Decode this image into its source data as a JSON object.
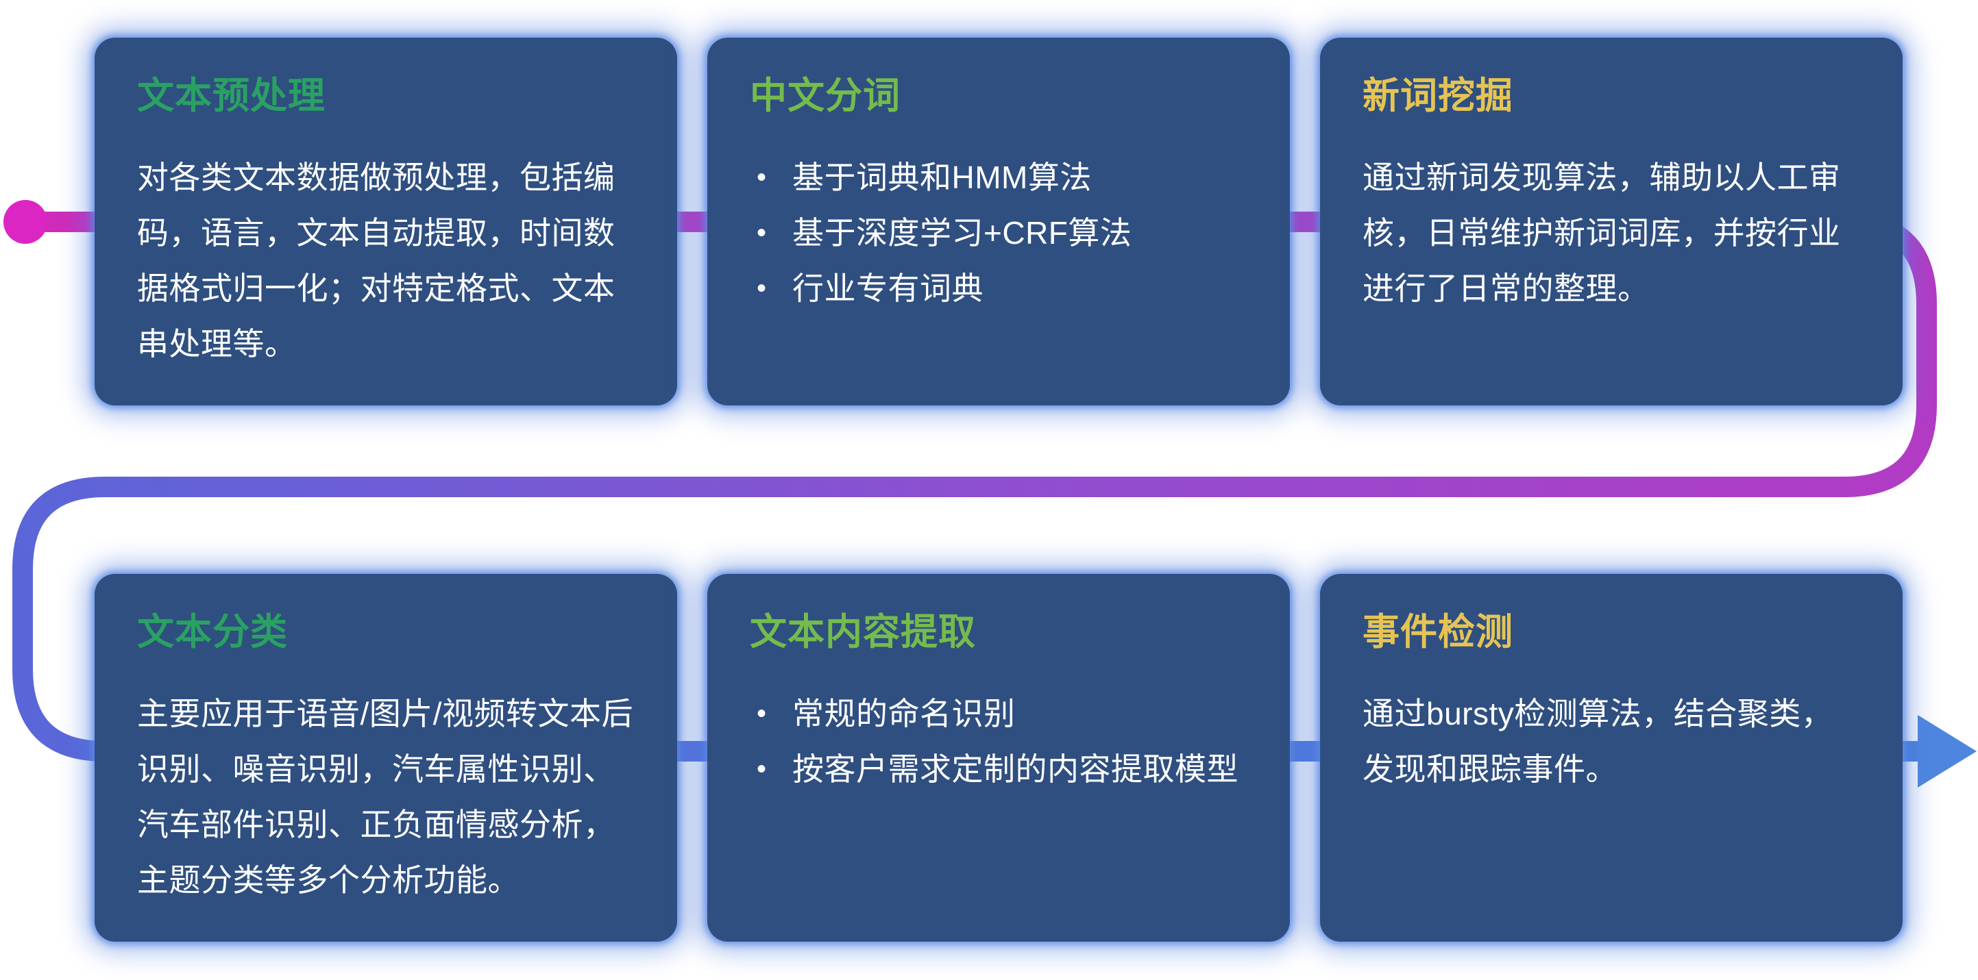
{
  "page": {
    "background": "#ffffff"
  },
  "connector": {
    "colors": {
      "dot": "#DB26C4",
      "magenta_start": "#D02BBA",
      "magenta_end": "#B43AC4",
      "purple": "#8E4FD0",
      "indigo": "#5A66D8",
      "blue_end": "#4B82DE",
      "arrow": "#4E86DF"
    }
  },
  "cards": [
    {
      "id": "text-preprocessing",
      "title": "文本预处理",
      "title_color": "#2AA163",
      "body": "对各类文本数据做预处理，包括编码，语言，文本自动提取，时间数据格式归一化；对特定格式、文本串处理等。"
    },
    {
      "id": "chinese-word-segmentation",
      "title": "中文分词",
      "title_color": "#74BC4C",
      "bullets": [
        "基于词典和HMM算法",
        "基于深度学习+CRF算法",
        "行业专有词典"
      ]
    },
    {
      "id": "new-word-mining",
      "title": "新词挖掘",
      "title_color": "#E6C453",
      "body": "通过新词发现算法，辅助以人工审核，日常维护新词词库，并按行业进行了日常的整理。"
    },
    {
      "id": "text-classification",
      "title": "文本分类",
      "title_color": "#2AA163",
      "body": "主要应用于语音/图片/视频转文本后识别、噪音识别，汽车属性识别、汽车部件识别、正负面情感分析，主题分类等多个分析功能。"
    },
    {
      "id": "text-content-extraction",
      "title": "文本内容提取",
      "title_color": "#74BC4C",
      "bullets": [
        "常规的命名识别",
        "按客户需求定制的内容提取模型"
      ]
    },
    {
      "id": "event-detection",
      "title": "事件检测",
      "title_color": "#E6C453",
      "body": "通过bursty检测算法，结合聚类，发现和跟踪事件。"
    }
  ]
}
